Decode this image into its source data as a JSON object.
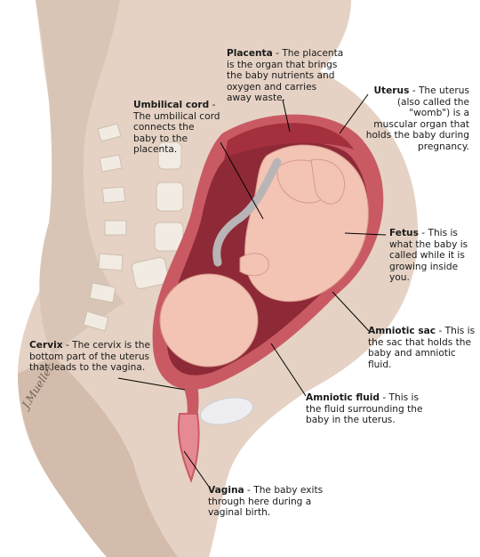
{
  "labels": {
    "placenta": {
      "term": "Placenta",
      "text": "The placenta is the organ that brings the baby nutrients and oxygen and carries away waste."
    },
    "uterus": {
      "term": "Uterus",
      "text": "The uterus (also called the \"womb\") is a muscular organ that holds the baby during pregnancy."
    },
    "umbilical_cord": {
      "term": "Umbilical cord",
      "text": "The umbilical cord connects the baby to the placenta."
    },
    "fetus": {
      "term": "Fetus",
      "text": "This is what the baby is called while it is growing inside you."
    },
    "amniotic_sac": {
      "term": "Amniotic sac",
      "text": "This is the sac that holds the baby and amniotic fluid."
    },
    "cervix": {
      "term": "Cervix",
      "text": "The cervix is the bottom part of the uterus that leads to the vagina."
    },
    "amniotic_fluid": {
      "term": "Amniotic fluid",
      "text": "This is the fluid surrounding the baby in the uterus."
    },
    "vagina": {
      "term": "Vagina",
      "text": "The baby exits through here during a vaginal birth."
    }
  },
  "separator": " - ",
  "artist_signature": "J.Mueller",
  "colors": {
    "skin": "#e3cfc0",
    "tissue": "#d7c2b2",
    "uterus_wall": "#c95a63",
    "placenta": "#a4303e",
    "fetus": "#f3c3b4",
    "cord": "#b9b4b6",
    "leader_line": "#000000"
  }
}
